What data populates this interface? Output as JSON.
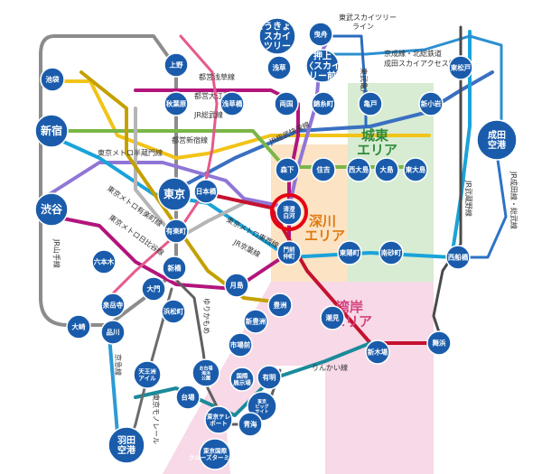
{
  "colors": {
    "station": "#1a5cab",
    "highlight": "#e60012",
    "area_east": "#d7ecd2",
    "area_fukagawa": "#fbe3c4",
    "area_bay": "#f7d9e7",
    "title_east": "#2e8b3a",
    "title_fukagawa": "#e07a10",
    "title_bay": "#d4437e"
  },
  "areas": {
    "east": "城東\nエリア",
    "fukagawa": "深川\nエリア",
    "bay": "湾岸\nエリア"
  },
  "line_labels": {
    "tobu_skytree": "東武スカイツリー\nライン",
    "keisei": "京成線・北総鉄道\n成田スカイアクセス線",
    "toei_asakusa": "都営浅草線",
    "tobu_kameido": "東武亀戸線",
    "oedo": "都営大江戸線",
    "jr_sobu": "JR総武線",
    "toei_shinjuku": "都営新宿線",
    "jr_sobu_rapid": "JR総武快速線",
    "hanzomon": "東京メトロ半蔵門線",
    "yurakucho": "東京メトロ有楽町線",
    "hibiya": "東京メトロ日比谷線",
    "tozai": "東京メトロ東西線",
    "jr_keiyo": "JR京葉線",
    "yamanote": "JR山手線",
    "yurikamome": "ゆりかもめ",
    "rinkai": "りんかい線",
    "keikyu": "京急線",
    "monorail": "東京モノレール",
    "jr_musashino": "JR武蔵野線",
    "jr_narita": "JR成田線・総武線"
  },
  "stations": {
    "skytree": "とうきょう\nスカイ\nツリー",
    "hikifune": "曳舟",
    "oshiage": "押上\n〈スカイ\nツリー前〉",
    "higashimatsudo": "東松戸",
    "ikebukuro": "池袋",
    "ueno": "上野",
    "asakusa": "浅草",
    "akihabara": "秋葉原",
    "asakusabashi": "浅草橋",
    "ryogoku": "両国",
    "kinshicho": "錦糸町",
    "kameido": "亀戸",
    "shinkoiwa": "新小岩",
    "shinjuku": "新宿",
    "narita": "成田\n空港",
    "morishita": "森下",
    "sumiyoshi": "住吉",
    "nishiojima": "西大島",
    "ojima": "大島",
    "higashiojima": "東大島",
    "tokyo": "東京",
    "nihonbashi": "日本橋",
    "kiyosumi": "清澄\n白河",
    "shibuya": "渋谷",
    "yurakucho": "有楽町",
    "monzen": "門前\n仲町",
    "toyocho": "東陽町",
    "minamisunamachi": "南砂町",
    "nishifunabashi": "西船橋",
    "roppongi": "六本木",
    "shinbashi": "新橋",
    "daimon": "大門",
    "tsukishima": "月島",
    "keishoji": "泉岳寺",
    "hamamatsucho": "浜松町",
    "toyosu": "豊洲",
    "shiomi": "潮見",
    "shintoyosu": "新豊洲",
    "osaki": "大崎",
    "shinagawa": "品川",
    "ichibamae": "市場前",
    "shinkiba": "新木場",
    "maihama": "舞浜",
    "tennozu": "天王洲\nアイル",
    "odaiba": "お台場\n海浜\n公園",
    "kokusai": "国際\n展示場",
    "ariake": "有明",
    "daiba": "台場",
    "bigsight": "東京\nビッグ\nサイト",
    "teleport": "東京テレ\nポート",
    "aomi": "青海",
    "haneda": "羽田\n空港",
    "cruise": "東京国際\nクルーズターミナル"
  }
}
